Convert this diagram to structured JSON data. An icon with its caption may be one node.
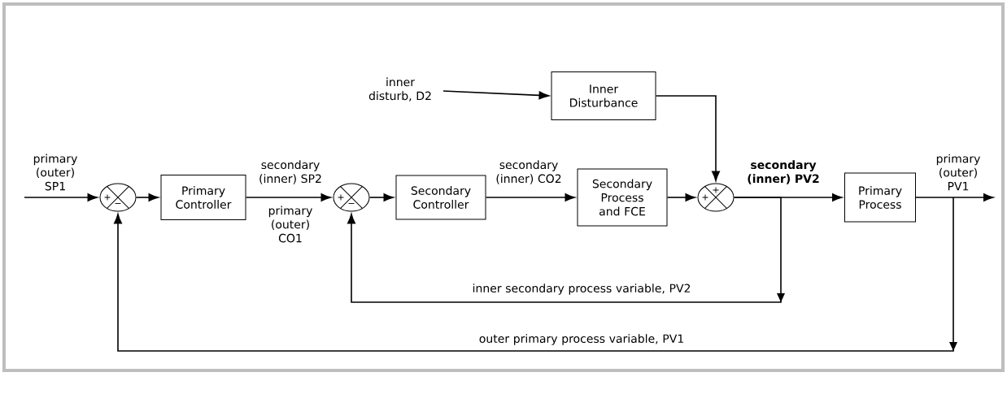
{
  "diagram": {
    "nodes": [
      {
        "text": [
          "+",
          "−"
        ]
      },
      {
        "text": [
          "Primary Controller"
        ]
      },
      {
        "text": [
          "+",
          "−"
        ]
      },
      {
        "text": [
          "Secondary Controller"
        ]
      },
      {
        "text": [
          "Secondary Process and FCE"
        ]
      },
      {
        "text": [
          "Inner Disturbance"
        ]
      },
      {
        "text": [
          "+",
          "+"
        ]
      },
      {
        "text": [
          "Primary Process"
        ]
      }
    ],
    "edges": [
      {
        "from": null,
        "to": 0,
        "arrow": "to",
        "label": "primary (outer) SP1"
      },
      {
        "from": 0,
        "to": 1,
        "arrow": "to"
      },
      {
        "from": 1,
        "to": 2,
        "arrow": "to",
        "label": "secondary (inner) SP2"
      },
      {
        "from": 2,
        "to": 3,
        "arrow": "to"
      },
      {
        "from": 3,
        "to": 4,
        "arrow": "to",
        "label": "secondary (inner) CO2"
      },
      {
        "from": 4,
        "to": 6,
        "arrow": "to"
      },
      {
        "from": null,
        "to": 5,
        "arrow": "to",
        "label": "inner disturb, D2"
      },
      {
        "from": 5,
        "to": 6,
        "arrow": "to"
      },
      {
        "from": 6,
        "to": 7,
        "arrow": "to",
        "label": "secondary (inner) PV2"
      },
      {
        "from": 7,
        "to": null,
        "arrow": "to",
        "label": "primary (outer) PV1"
      },
      {
        "from": 6,
        "to": 2,
        "arrow": "to",
        "label": "inner secondary process variable, PV2"
      },
      {
        "from": 7,
        "to": 0,
        "arrow": "to",
        "label": "outer primary process variable, PV1"
      }
    ],
    "labels": [
      "primary (outer) CO1"
    ]
  }
}
